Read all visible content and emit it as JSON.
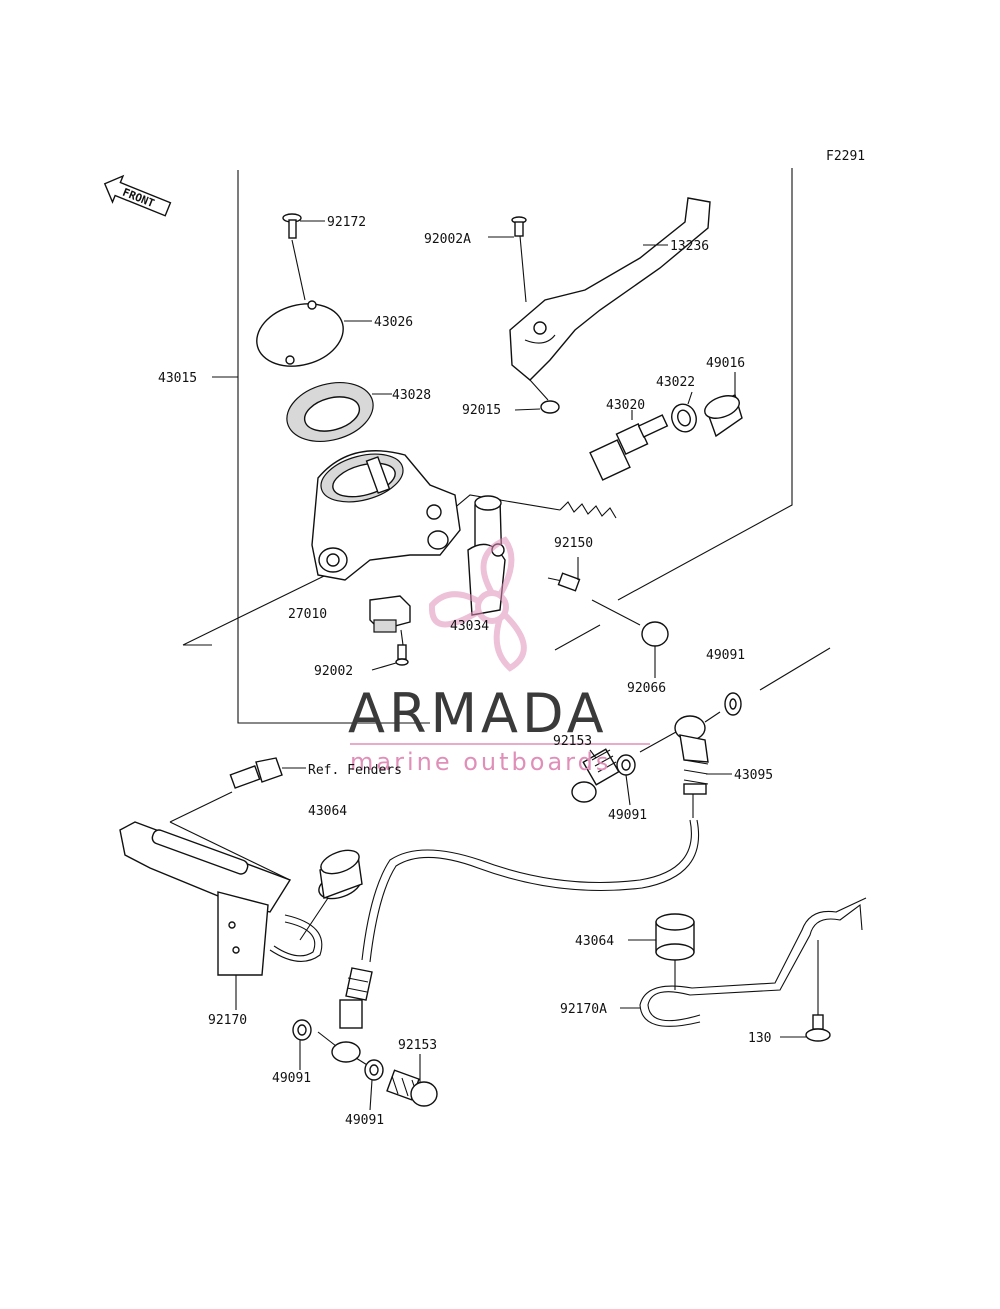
{
  "figure_code": "F2291",
  "front_label": "FRONT",
  "watermark": {
    "brand": "ARMADA",
    "tagline": "marine outboards",
    "accent_color": "#e08fb8"
  },
  "labels": {
    "p92002A": "92002A",
    "p13236": "13236",
    "p92172": "92172",
    "p43026": "43026",
    "p43015": "43015",
    "p43028": "43028",
    "p49016": "49016",
    "p43022": "43022",
    "p92015": "92015",
    "p43020": "43020",
    "p92150": "92150",
    "p27010": "27010",
    "p43034": "43034",
    "p49091a": "49091",
    "p92002": "92002",
    "p92066": "92066",
    "p92153a": "92153",
    "ref_fenders": "Ref. Fenders",
    "p43095": "43095",
    "p43064a": "43064",
    "p49091b": "49091",
    "p43064b": "43064",
    "p92170A": "92170A",
    "p92170": "92170",
    "p130": "130",
    "p92153b": "92153",
    "p49091c": "49091",
    "p49091d": "49091"
  }
}
